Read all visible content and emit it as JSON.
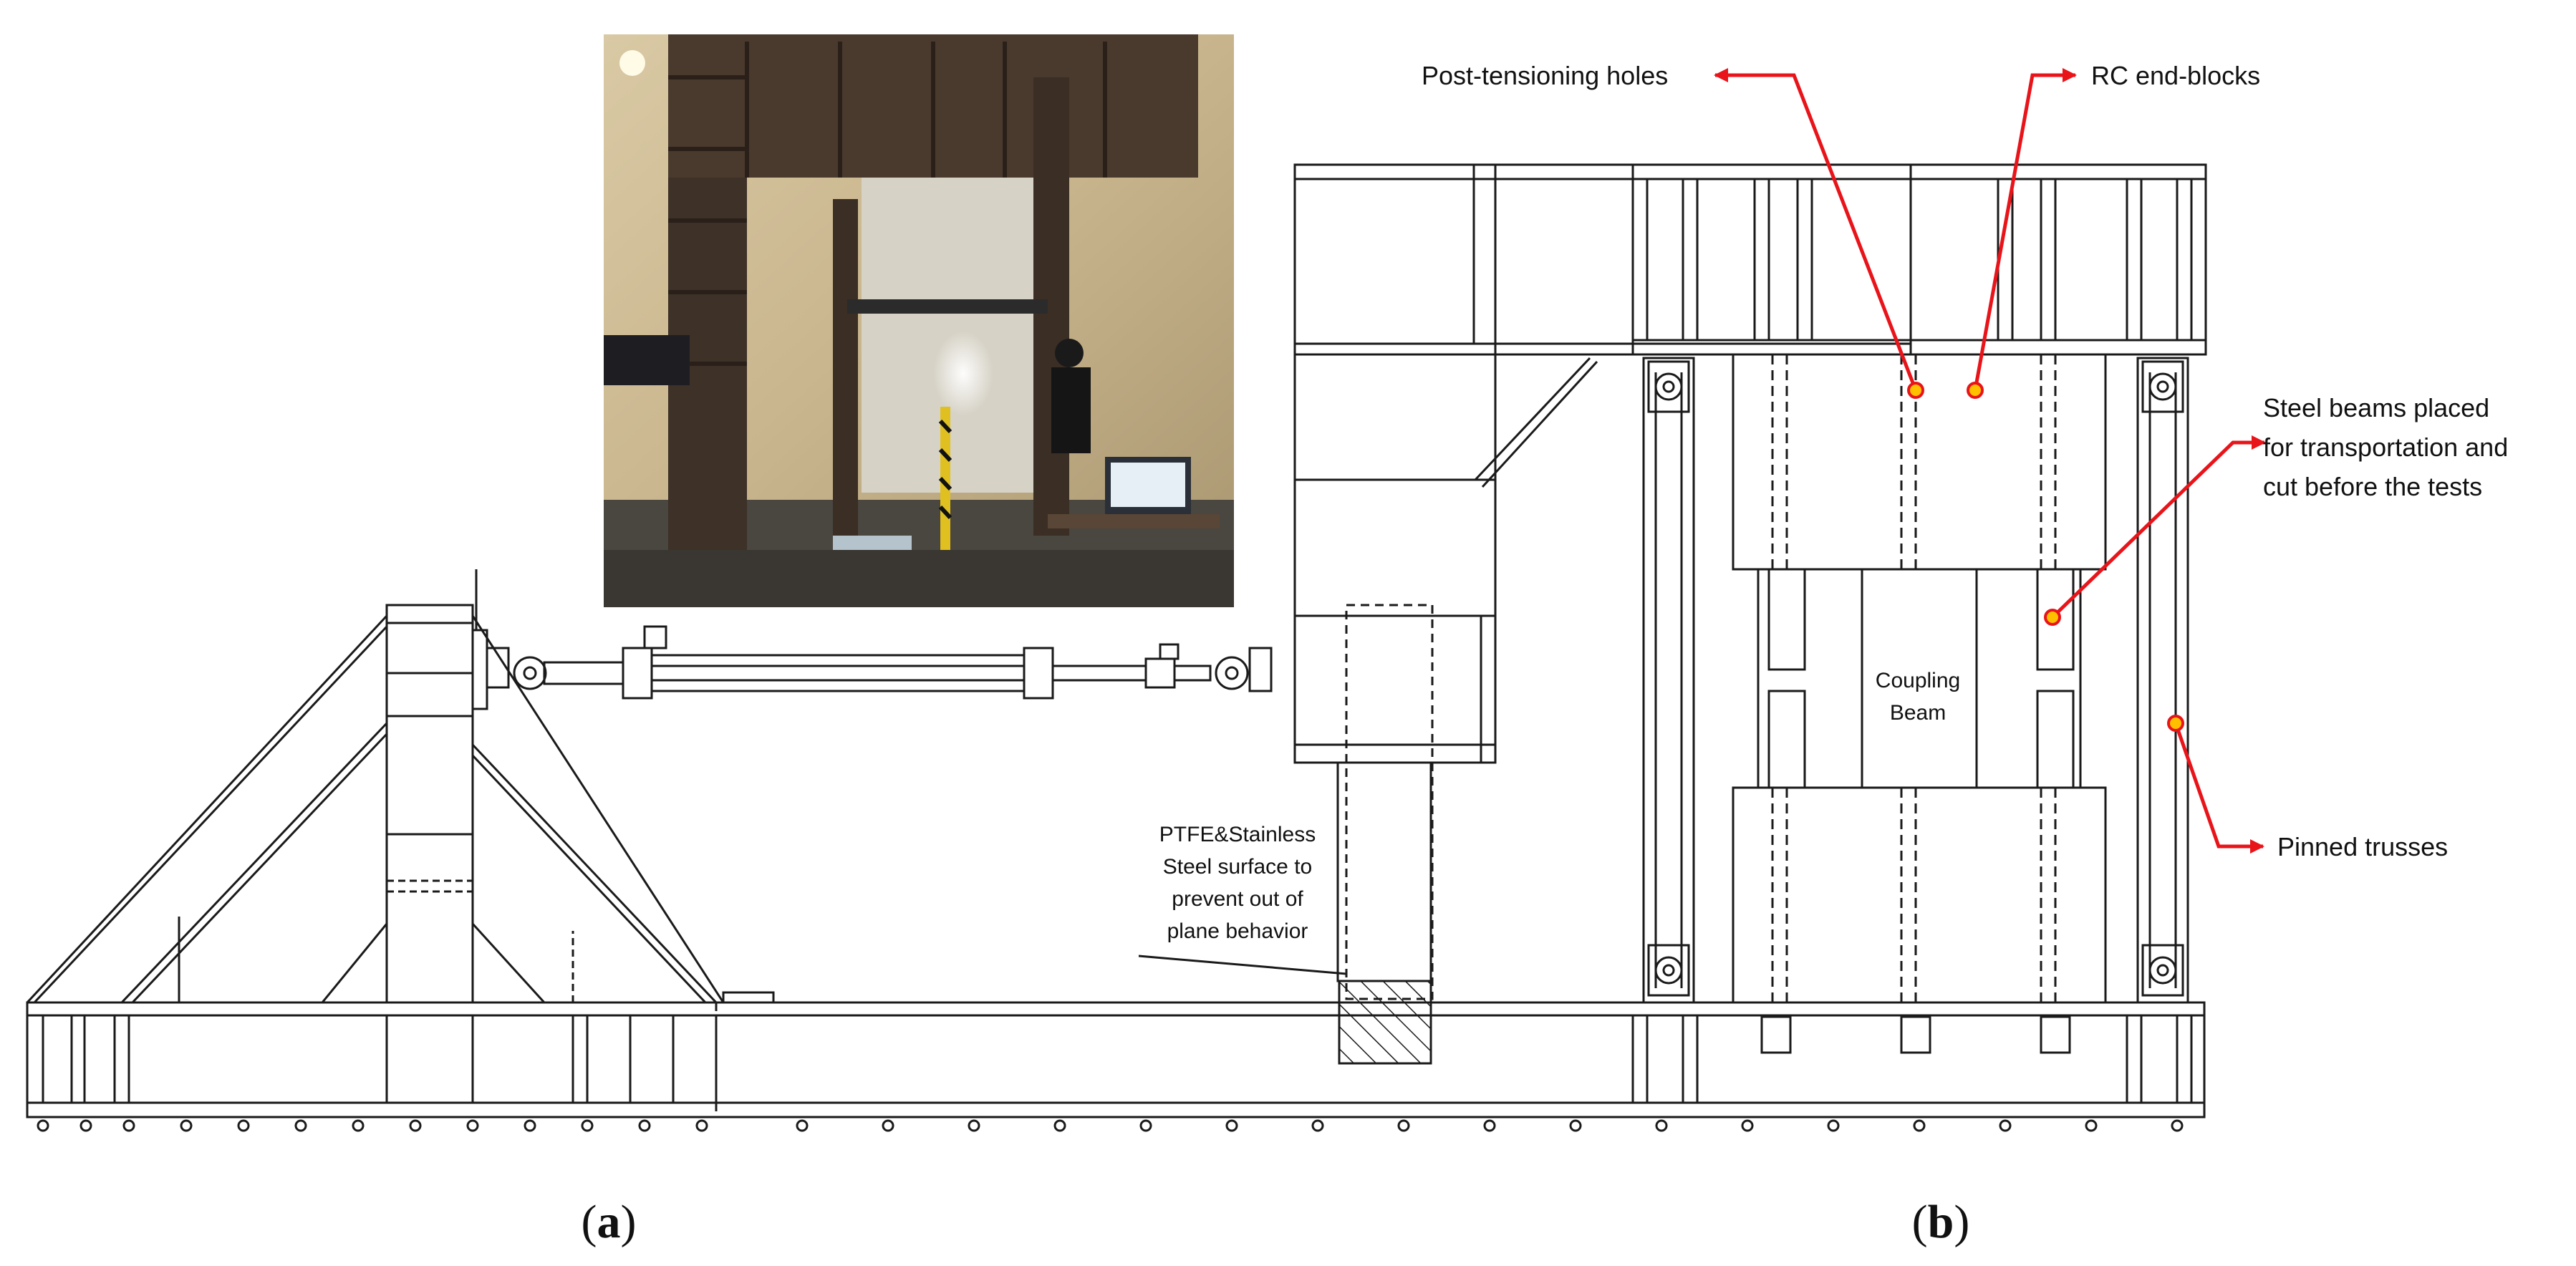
{
  "annotations": {
    "post_tensioning": "Post-tensioning holes",
    "rc_end_blocks": "RC end-blocks",
    "steel_beams_line1": "Steel beams placed",
    "steel_beams_line2": "for transportation and",
    "steel_beams_line3": "cut before the tests",
    "pinned_trusses": "Pinned trusses",
    "coupling_line1": "Coupling",
    "coupling_line2": "Beam",
    "ptfe_line1": "PTFE&Stainless",
    "ptfe_line2": "Steel surface to",
    "ptfe_line3": "prevent out of",
    "ptfe_line4": "plane behavior"
  },
  "captions": {
    "a_open": "(",
    "a_letter": "a",
    "a_close": ")",
    "b_open": "(",
    "b_letter": "b",
    "b_close": ")"
  },
  "colors": {
    "line": "#1a1a1a",
    "arrow": "#e8141a",
    "marker_fill": "#ffc000",
    "marker_stroke": "#e8141a"
  }
}
